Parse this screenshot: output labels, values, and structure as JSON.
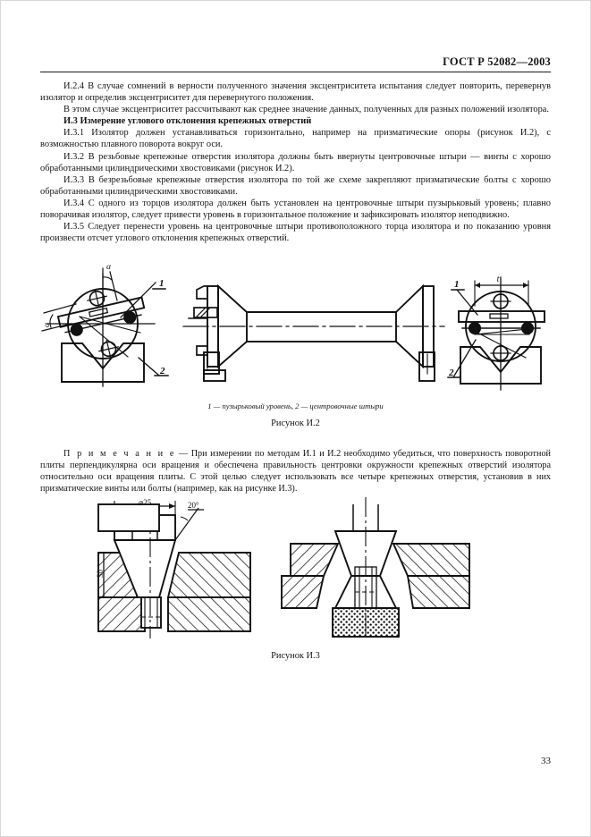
{
  "document": {
    "standard_header": "ГОСТ Р 52082—2003",
    "page_number": "33"
  },
  "body": {
    "paragraphs": [
      {
        "id": "i-2-4",
        "type": "paragraph",
        "text": "И.2.4  В случае сомнений в верности полученного значения эксцентрисите­та испытания следует повто­рить, перевернув изолятор и определив эксцентрисите­т для перевернутого положения."
      },
      {
        "id": "i-2-4b",
        "type": "paragraph",
        "text": "В этом случае эксцентрисите­т рассчитывают как среднее значение данных, полученных для разных положений изолятора."
      },
      {
        "id": "i-3",
        "type": "heading",
        "text": "И.3  Измерение углового отклонения крепежных отверстий"
      },
      {
        "id": "i-3-1",
        "type": "paragraph",
        "text": "И.3.1  Изолятор должен устанавливаться горизонтально, например на призматические опоры (рисунок И.2), с возможностью плавного поворота вокруг оси."
      },
      {
        "id": "i-3-2",
        "type": "paragraph",
        "text": "И.3.2  В резьбовые крепежные отверстия изолятора должны быть ввернуты центровочные штыри — винты с хорошо обработанными цилиндрическими хвостовиками (рисунок И.2)."
      },
      {
        "id": "i-3-3",
        "type": "paragraph",
        "text": "И.3.3  В безрезьбовые крепежные отверстия изолятора по той же схеме закрепляют призматические болты с хорошо обработанными цилиндрическими хвостовиками."
      },
      {
        "id": "i-3-4",
        "type": "paragraph",
        "text": "И.3.4  С одного из торцов изолятора должен быть установлен на центровочные штыри пузырьковый уровень; плавно поворачивая изолятор, следует привести уровень в горизонтальное положение и зафиксировать изолятор неподвижно."
      },
      {
        "id": "i-3-5",
        "type": "paragraph",
        "text": "И.3.5 Следует перенести уровень на центровочные штыри противоположного торца изолятора и по показанию уровня произвести отсчет углового отклонения крепежных отверстий."
      }
    ]
  },
  "figure_i2": {
    "legend": "1 — пузырьковый уровень, 2 — центровочные штыри",
    "legend_items": [
      {
        "number": "1",
        "label": "пузырьковый уровень"
      },
      {
        "number": "2",
        "label": "центровочные штыри"
      }
    ],
    "caption": "Рисунок И.2",
    "callouts": [
      "1",
      "2"
    ],
    "angle_labels": [
      "α",
      "α"
    ],
    "dimension_labels": [
      "t"
    ]
  },
  "note": {
    "label": "П р и м е ч а н и е",
    "dash": "—",
    "text": "При измерении по методам И.1 и И.2 необходимо убедиться, что поверхность пово­ротной плиты перпендикулярна оси вращения и обеспечена правильность центровки окружности крепежных отверстий изолятора относительно оси вращения плиты. С этой целью следует использовать все четыре крепежных отверстия, установив в них призматические винты или болты (например, как на рисунке И.3)."
  },
  "figure_i3": {
    "caption": "Рисунок И.3",
    "dimension_labels": [
      "⌀25",
      "20°",
      "30"
    ]
  }
}
